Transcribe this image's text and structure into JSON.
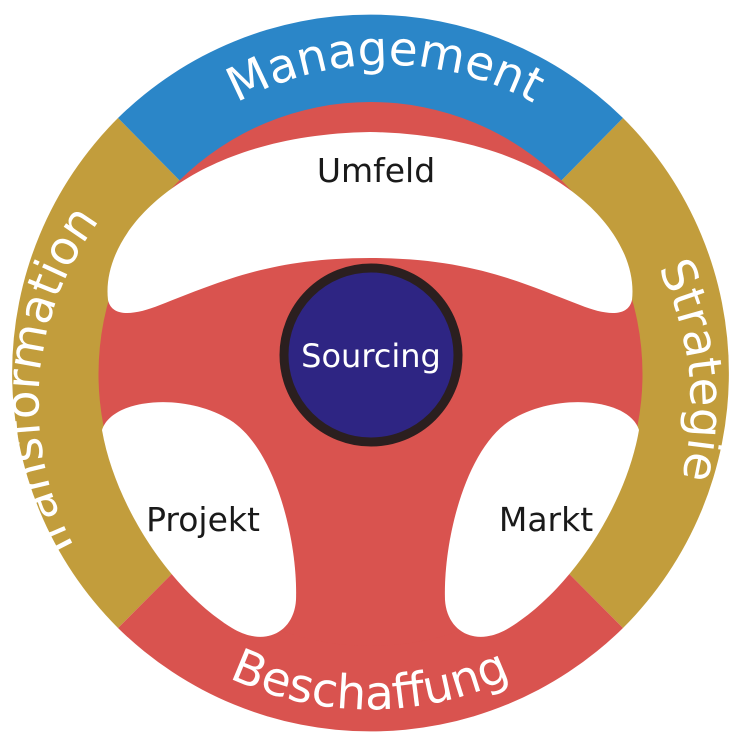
{
  "ring": {
    "top_label": "Management",
    "right_label": "Strategie",
    "bottom_label": "Beschaffung",
    "left_label": "Transformation"
  },
  "inner": {
    "top_label": "Umfeld",
    "left_label": "Projekt",
    "right_label": "Markt"
  },
  "hub": {
    "label": "Sourcing"
  },
  "colors": {
    "management": "#2b86c8",
    "side": "#c29d3c",
    "beschaffung": "#d9534f",
    "hub_fill": "#2e2583",
    "hub_border": "#2b1f1f",
    "window": "#ffffff"
  }
}
